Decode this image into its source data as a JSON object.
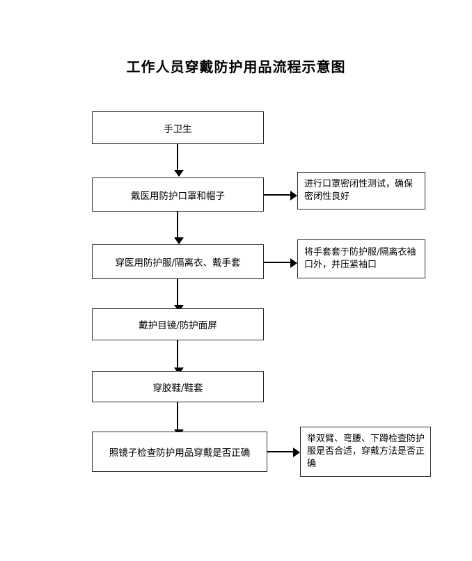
{
  "document": {
    "title": "工作人员穿戴防护用品流程示意图"
  },
  "flowchart": {
    "type": "vertical-flowchart",
    "steps": [
      {
        "id": "step-1",
        "label": "手卫生",
        "note": null
      },
      {
        "id": "step-2",
        "label": "戴医用防护口罩和帽子",
        "note": "进行口罩密闭性测试，确保密闭性良好"
      },
      {
        "id": "step-3",
        "label": "穿医用防护服/隔离衣、戴手套",
        "note": "将手套套于防护服/隔离衣袖口外，并压紧袖口"
      },
      {
        "id": "step-4",
        "label": "戴护目镜/防护面屏",
        "note": null
      },
      {
        "id": "step-5",
        "label": "穿胶鞋/鞋套",
        "note": null
      },
      {
        "id": "step-6",
        "label": "照镜子检查防护用品穿戴是否正确",
        "note": "举双臂、弯腰、下蹲检查防护服是否合适，穿戴方法是否正确"
      }
    ],
    "colors": {
      "box_border": "#2b2b2b",
      "arrow": "#000000",
      "text": "#000000",
      "background": "#ffffff"
    }
  }
}
